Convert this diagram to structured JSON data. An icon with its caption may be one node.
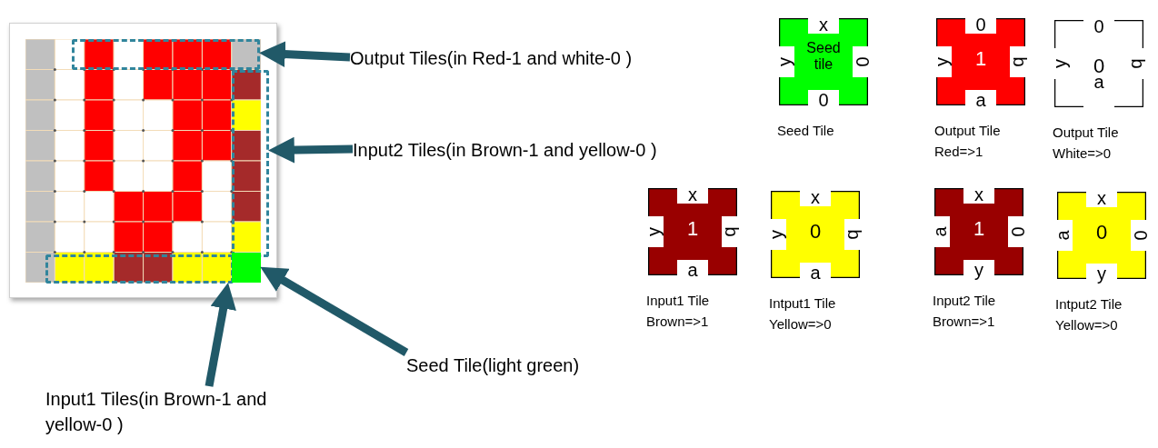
{
  "diagram": {
    "nodes": [
      {
        "text": [],
        "shape": "box"
      },
      {
        "text": [],
        "shape": "box"
      },
      {
        "text": [],
        "shape": "box"
      },
      {
        "text": [],
        "shape": "box"
      },
      {
        "text": [
          "Output Tiles(in Red-1 and white-0 )"
        ]
      },
      {
        "text": [
          "Input2 Tiles(in Brown-1 and yellow-0 )"
        ]
      },
      {
        "text": [
          "Seed Tile(light green)"
        ]
      },
      {
        "text": [
          "Input1 Tiles(in Brown-1 and yellow-0 )"
        ]
      },
      {
        "text": [
          "x",
          "y",
          "Seed tile",
          "0",
          "0"
        ],
        "beside": [
          "Seed Tile"
        ]
      },
      {
        "text": [
          "0",
          "y",
          "1",
          "b",
          "a"
        ],
        "beside": [
          "Output Tile Red=>1"
        ]
      },
      {
        "text": [
          "0",
          "y",
          "0",
          "b",
          "a"
        ],
        "beside": [
          "Output Tile White=>0"
        ]
      },
      {
        "text": [
          "x",
          "y",
          "1",
          "b",
          "a"
        ],
        "beside": [
          "Input1 Tile Brown=>1"
        ]
      },
      {
        "text": [
          "x",
          "y",
          "0",
          "b",
          "a"
        ],
        "beside": [
          "Intput1 Tile Yellow=>0"
        ]
      },
      {
        "text": [
          "x",
          "a",
          "1",
          "0",
          "y"
        ],
        "beside": [
          "Input2 Tile Brown=>1"
        ]
      },
      {
        "text": [
          "x",
          "a",
          "0",
          "0",
          "y"
        ],
        "beside": [
          "Intput2 Tile Yellow=>0"
        ]
      }
    ],
    "edges": [
      {
        "from": 4,
        "to": 0,
        "arrow": "to"
      },
      {
        "from": 5,
        "to": 1,
        "arrow": "to"
      },
      {
        "from": 7,
        "to": 2,
        "arrow": "to"
      },
      {
        "from": 6,
        "to": 3,
        "arrow": "to"
      }
    ]
  }
}
